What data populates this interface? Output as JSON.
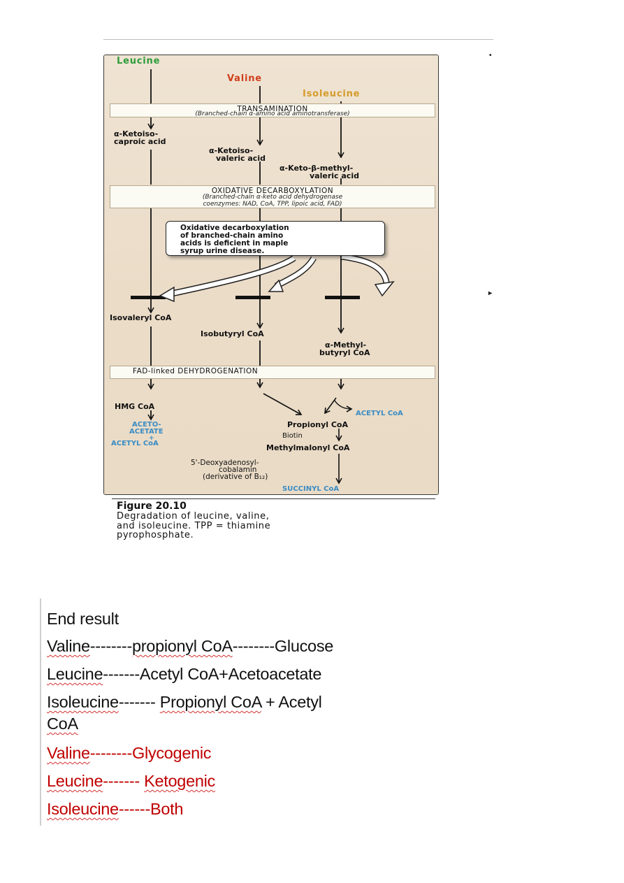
{
  "colors": {
    "leucine": "#2e9c3a",
    "valine": "#d0401e",
    "isoleucine": "#d59b2b",
    "products": "#3a8cc4",
    "notes_red": "#c00000",
    "spell_check": "#d23030"
  },
  "figure": {
    "amino_acids": {
      "leucine": "Leucine",
      "valine": "Valine",
      "isoleucine": "Isoleucine"
    },
    "transamination": {
      "title": "TRANSAMINATION",
      "enzyme": "(Branched-chain α-amino acid aminotransferase)"
    },
    "keto_acids": {
      "leucine": [
        "α-Ketoiso-",
        "caproic acid"
      ],
      "valine": [
        "α-Ketoiso-",
        "valeric acid"
      ],
      "isoleucine": [
        "α-Keto-β-methyl-",
        "valeric acid"
      ]
    },
    "oxidative": {
      "title": "OXIDATIVE DECARBOXYLATION",
      "enzyme": "(Branched-chain α-keto acid dehydrogenase",
      "coenzymes": "coenzymes: NAD, CoA, TPP, lipoic acid, FAD)"
    },
    "callout": [
      "Oxidative decarboxylation",
      "of branched-chain amino",
      "acids is deficient in maple",
      "syrup urine disease."
    ],
    "acyl_coa": {
      "leucine": "Isovaleryl CoA",
      "valine": "Isobutyryl CoA",
      "isoleucine": [
        "α-Methyl-",
        "butyryl CoA"
      ]
    },
    "fad": {
      "title": "FAD-linked DEHYDROGENATION"
    },
    "lower": {
      "hmg": "HMG CoA",
      "aceto": [
        "ACETO-",
        "ACETATE",
        "+",
        "ACETYL CoA"
      ],
      "acetyl_coa": "ACETYL CoA",
      "propionyl": "Propionyl CoA",
      "biotin": "Biotin",
      "methylmalonyl": "Methylmalonyl CoA",
      "cobalamin": [
        "5'-Deoxyadenosyl-",
        "cobalamin",
        "(derivative of B₁₂)"
      ],
      "succinyl": "SUCCINYL CoA"
    }
  },
  "caption": {
    "title": "Figure 20.10",
    "lines": [
      "Degradation of leucine, valine,",
      "and isoleucine. TPP = thiamine",
      "pyrophosphate."
    ]
  },
  "notes": {
    "heading": "End result",
    "r1": {
      "a": "Valine",
      "b": "--------",
      "c": "propionyl CoA",
      "d": "--------Glucose"
    },
    "r2": {
      "a": "Leucine",
      "b": "-------Acetyl CoA+Acetoacetate"
    },
    "r3": {
      "a": "Isoleucine",
      "b": "------- ",
      "c": "Propionyl CoA",
      "d": " + Acetyl"
    },
    "r3b": {
      "a": "CoA"
    },
    "r4": {
      "a": "Valine",
      "b": "--------Glycogenic"
    },
    "r5": {
      "a": "Leucine",
      "b": "------- ",
      "c": "Ketogenic"
    },
    "r6": {
      "a": "Isoleucine",
      "b": "------Both"
    }
  }
}
